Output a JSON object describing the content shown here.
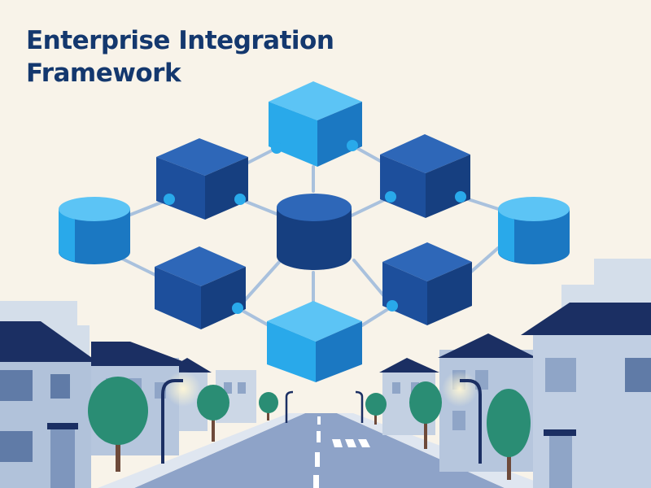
{
  "title": {
    "line1": "Enterprise Integration",
    "line2": "Framework"
  },
  "colors": {
    "background": "#f8f3e9",
    "title": "#14386e",
    "navy": "#1d4f9c",
    "light_blue": "#29a9ea",
    "connector": "#a9c1dd",
    "houses": "#b6c6dd",
    "roofs": "#1b2f63",
    "trees": "#2a8d74",
    "road": "#8ea3c8"
  },
  "icons": {
    "network_nodes": "isometric-cube-and-cylinder-nodes",
    "scene": "suburban-street"
  }
}
